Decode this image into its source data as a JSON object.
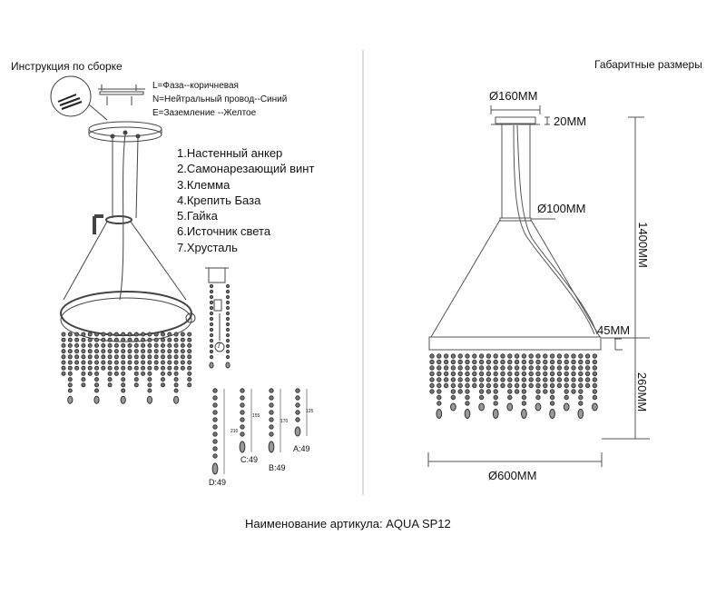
{
  "left": {
    "title": "Инструкция по сборке",
    "wiring": [
      "L=Фаза--коричневая",
      "N=Нейтральный провод--Синий",
      "E=Заземление --Желтое"
    ],
    "parts": [
      "1.Настенный анкер",
      "2.Самонарезающий винт",
      "3.Клемма",
      "4.Крепить База",
      "5.Гайка",
      "6.Источник света",
      "7.Хрусталь"
    ],
    "callout_number": "7",
    "strands": [
      {
        "label": "D:49",
        "length": "210"
      },
      {
        "label": "C:49",
        "length": "155"
      },
      {
        "label": "B:49",
        "length": "170"
      },
      {
        "label": "A:49",
        "length": "125"
      }
    ]
  },
  "right": {
    "title": "Габаритные размеры",
    "dims": {
      "canopy_diameter": "Ø160MM",
      "canopy_height": "20MM",
      "collar_diameter": "Ø100MM",
      "ring_height": "45MM",
      "total_height": "1400MM",
      "crystal_height": "260MM",
      "ring_diameter": "Ø600MM"
    }
  },
  "footer": {
    "article": "Наименование артикула: AQUA SP12"
  },
  "colors": {
    "line": "#555555",
    "text": "#111111",
    "divider": "#bbbbbb"
  }
}
